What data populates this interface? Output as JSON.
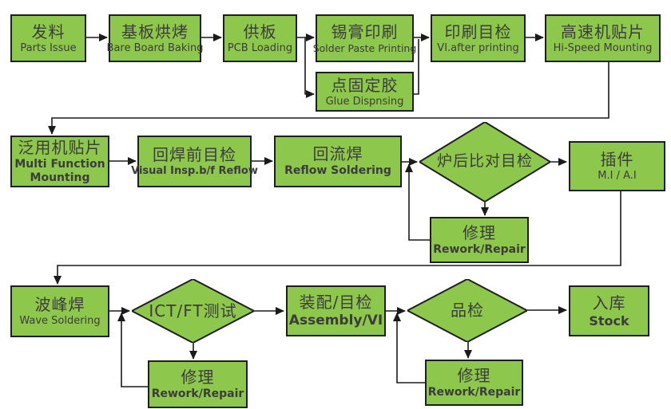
{
  "colors": {
    "node_fill": "#8dc84c",
    "node_border": "#1f1f1f",
    "connector_line": "#1b1b1b",
    "text": "#3c3c3c",
    "background": "#ffffff"
  },
  "nodes": {
    "parts_issue": {
      "zh": "发料",
      "en": "Parts Issue"
    },
    "bare_board_baking": {
      "zh": "基板烘烤",
      "en": "Bare Board Baking"
    },
    "pcb_loading": {
      "zh": "供板",
      "en": "PCB Loading"
    },
    "solder_paste_printing": {
      "zh": "锡膏印刷",
      "en": "Solder Paste Printing"
    },
    "glue_dispensing": {
      "zh": "点固定胶",
      "en": "Glue Dispnsing"
    },
    "vi_after_printing": {
      "zh": "印刷目检",
      "en": "VI.after printing"
    },
    "hi_speed_mounting": {
      "zh": "高速机贴片",
      "en": "Hi-Speed Mounting"
    },
    "multi_function_mounting": {
      "zh": "泛用机贴片",
      "en": "Multi Function Mounting"
    },
    "visual_insp_bf_reflow": {
      "zh": "回焊前目检",
      "en": "Visual Insp.b/f Reflow"
    },
    "reflow_soldering": {
      "zh": "回流焊",
      "en": "Reflow  Soldering"
    },
    "post_reflow_inspection": {
      "zh": "炉后比对目检",
      "en": ""
    },
    "insertion": {
      "zh": "插件",
      "en": "M.I / A.I"
    },
    "rework_reflow": {
      "zh": "修理",
      "en": "Rework/Repair"
    },
    "wave_soldering": {
      "zh": "波峰焊",
      "en": "Wave Soldering"
    },
    "ict_ft_test": {
      "zh": "ICT/FT测试",
      "en": ""
    },
    "rework_ict": {
      "zh": "修理",
      "en": "Rework/Repair"
    },
    "assembly_vi": {
      "zh": "装配/目检",
      "en": "Assembly/VI"
    },
    "quality_check": {
      "zh": "品检",
      "en": ""
    },
    "rework_qc": {
      "zh": "修理",
      "en": "Rework/Repair"
    },
    "stock": {
      "zh": "入库",
      "en": "Stock"
    }
  },
  "edges": [
    {
      "from": "parts_issue",
      "to": "bare_board_baking"
    },
    {
      "from": "bare_board_baking",
      "to": "pcb_loading"
    },
    {
      "from": "pcb_loading",
      "to": "solder_paste_printing"
    },
    {
      "from": "pcb_loading",
      "to": "glue_dispensing"
    },
    {
      "from": "solder_paste_printing",
      "to": "vi_after_printing"
    },
    {
      "from": "glue_dispensing",
      "to": "vi_after_printing"
    },
    {
      "from": "vi_after_printing",
      "to": "hi_speed_mounting"
    },
    {
      "from": "hi_speed_mounting",
      "to": "multi_function_mounting"
    },
    {
      "from": "multi_function_mounting",
      "to": "visual_insp_bf_reflow"
    },
    {
      "from": "visual_insp_bf_reflow",
      "to": "reflow_soldering"
    },
    {
      "from": "reflow_soldering",
      "to": "post_reflow_inspection"
    },
    {
      "from": "post_reflow_inspection",
      "to": "rework_reflow"
    },
    {
      "from": "rework_reflow",
      "to": "post_reflow_inspection"
    },
    {
      "from": "post_reflow_inspection",
      "to": "insertion"
    },
    {
      "from": "insertion",
      "to": "wave_soldering"
    },
    {
      "from": "wave_soldering",
      "to": "ict_ft_test"
    },
    {
      "from": "ict_ft_test",
      "to": "rework_ict"
    },
    {
      "from": "rework_ict",
      "to": "ict_ft_test"
    },
    {
      "from": "ict_ft_test",
      "to": "assembly_vi"
    },
    {
      "from": "assembly_vi",
      "to": "quality_check"
    },
    {
      "from": "quality_check",
      "to": "rework_qc"
    },
    {
      "from": "rework_qc",
      "to": "quality_check"
    },
    {
      "from": "quality_check",
      "to": "stock"
    }
  ]
}
